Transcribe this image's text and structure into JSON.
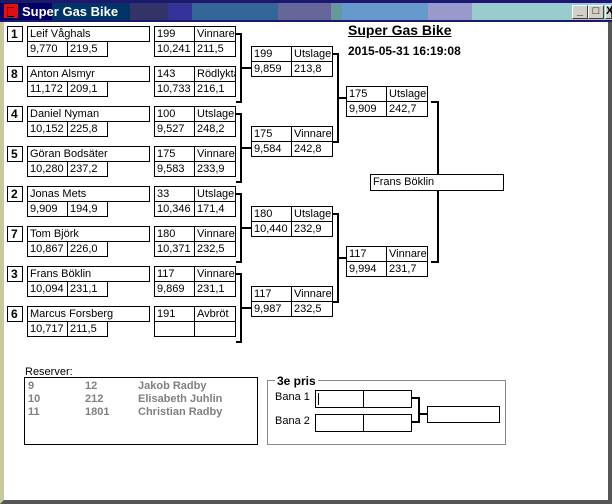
{
  "window": {
    "title": "Super Gas Bike",
    "buttons": [
      "_",
      "□",
      "X"
    ]
  },
  "header": {
    "title": "Super Gas Bike",
    "datetime": "2015-05-31 16:19:08"
  },
  "racers": [
    {
      "seed": "1",
      "name": "Leif Våghals",
      "time": "9,770",
      "speed": "219,5"
    },
    {
      "seed": "8",
      "name": "Anton Alsmyr",
      "time": "11,172",
      "speed": "209,1"
    },
    {
      "seed": "4",
      "name": "Daniel Nyman",
      "time": "10,152",
      "speed": "225,8"
    },
    {
      "seed": "5",
      "name": "Göran Bodsäter",
      "time": "10,280",
      "speed": "237,2"
    },
    {
      "seed": "2",
      "name": "Jonas Mets",
      "time": "9,909",
      "speed": "194,9"
    },
    {
      "seed": "7",
      "name": "Tom Björk",
      "time": "10,867",
      "speed": "226,0"
    },
    {
      "seed": "3",
      "name": "Frans Böklin",
      "time": "10,094",
      "speed": "231,1"
    },
    {
      "seed": "6",
      "name": "Marcus Forsberg",
      "time": "10,717",
      "speed": "211,5"
    }
  ],
  "round1": [
    {
      "num": "199",
      "status": "Vinnare",
      "time": "10,241",
      "speed": "211,5"
    },
    {
      "num": "143",
      "status": "Rödlykta",
      "time": "10,733",
      "speed": "216,1"
    },
    {
      "num": "100",
      "status": "Utslagen",
      "time": "9,527",
      "speed": "248,2"
    },
    {
      "num": "175",
      "status": "Vinnare",
      "time": "9,583",
      "speed": "233,9"
    },
    {
      "num": "33",
      "status": "Utslagen",
      "time": "10,346",
      "speed": "171,4"
    },
    {
      "num": "180",
      "status": "Vinnare",
      "time": "10,371",
      "speed": "232,5"
    },
    {
      "num": "117",
      "status": "Vinnare",
      "time": "9,869",
      "speed": "231,1"
    },
    {
      "num": "191",
      "status": "Avbröt",
      "time": "",
      "speed": ""
    }
  ],
  "round2": [
    {
      "num": "199",
      "status": "Utslagen",
      "time": "9,859",
      "speed": "213,8"
    },
    {
      "num": "175",
      "status": "Vinnare",
      "time": "9,584",
      "speed": "242,8"
    },
    {
      "num": "180",
      "status": "Utslagen",
      "time": "10,440",
      "speed": "232,9"
    },
    {
      "num": "117",
      "status": "Vinnare",
      "time": "9,987",
      "speed": "232,5"
    }
  ],
  "round3": [
    {
      "num": "175",
      "status": "Utslagen",
      "time": "9,909",
      "speed": "242,7"
    },
    {
      "num": "117",
      "status": "Vinnare",
      "time": "9,994",
      "speed": "231,7"
    }
  ],
  "winner": "Frans Böklin",
  "reserves": {
    "label": "Reserver:",
    "rows": [
      {
        "pos": "9",
        "num": "12",
        "name": "Jakob Radby"
      },
      {
        "pos": "10",
        "num": "212",
        "name": "Elisabeth Juhlin"
      },
      {
        "pos": "11",
        "num": "1801",
        "name": "Christian Radby"
      }
    ]
  },
  "third_place": {
    "legend": "3e pris",
    "lane1_label": "Bana 1",
    "lane2_label": "Bana 2",
    "lane1": [
      "",
      ""
    ],
    "lane2": [
      "",
      ""
    ],
    "result": ""
  }
}
